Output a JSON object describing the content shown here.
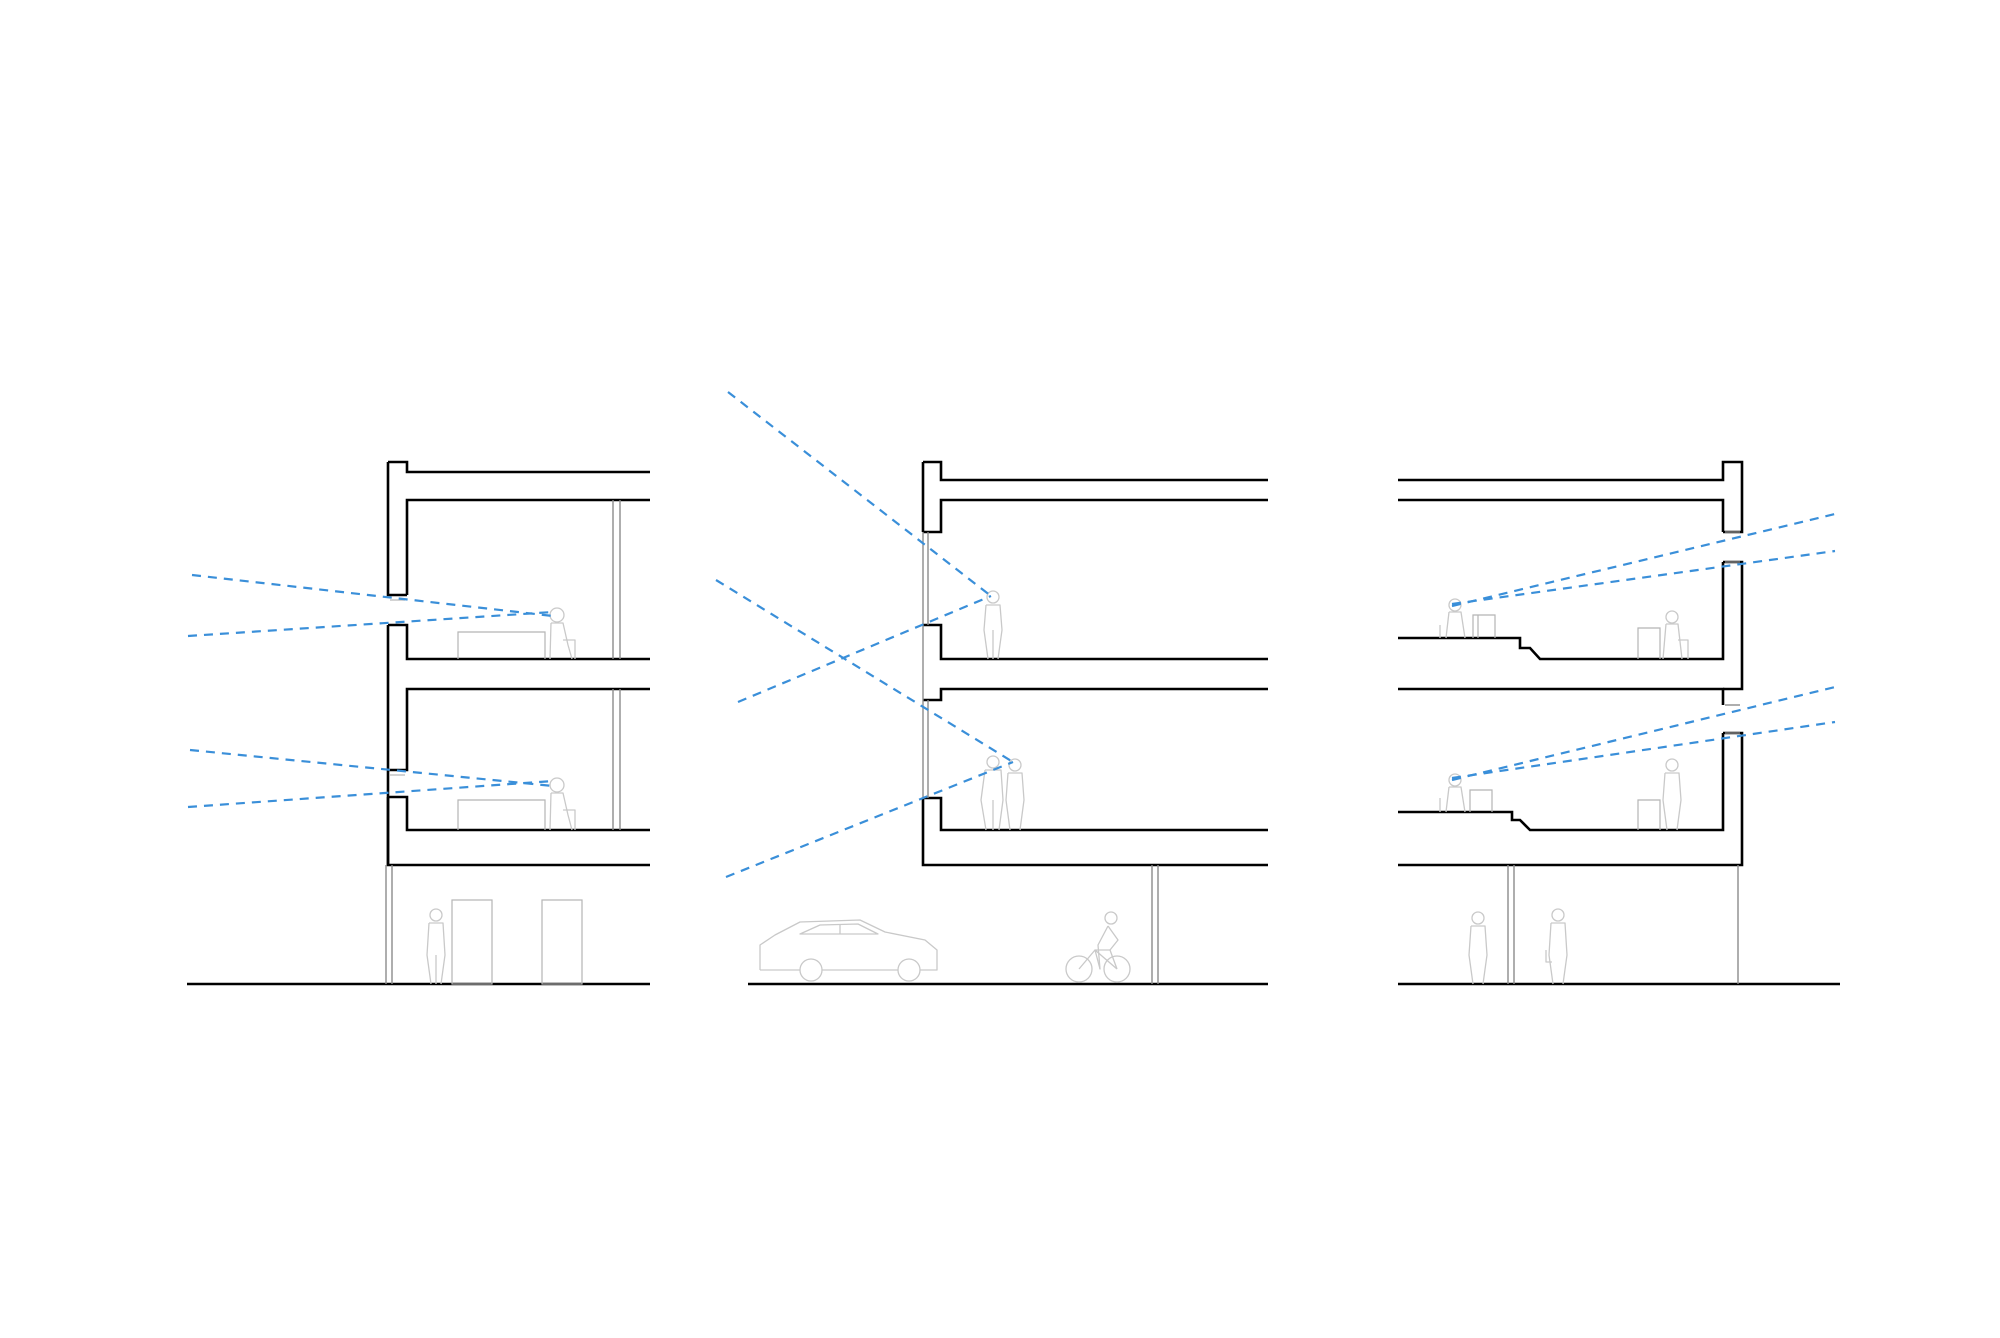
{
  "diagram": {
    "type": "building-sections",
    "panels": [
      {
        "id": "left",
        "name": "section-left"
      },
      {
        "id": "middle",
        "name": "section-middle"
      },
      {
        "id": "right",
        "name": "section-right"
      }
    ],
    "colors": {
      "background": "#ffffff",
      "structure": "#000000",
      "sightline": "#3a8fd9",
      "furniture": "#b5b5b5",
      "people": "#c9c9c9"
    }
  }
}
